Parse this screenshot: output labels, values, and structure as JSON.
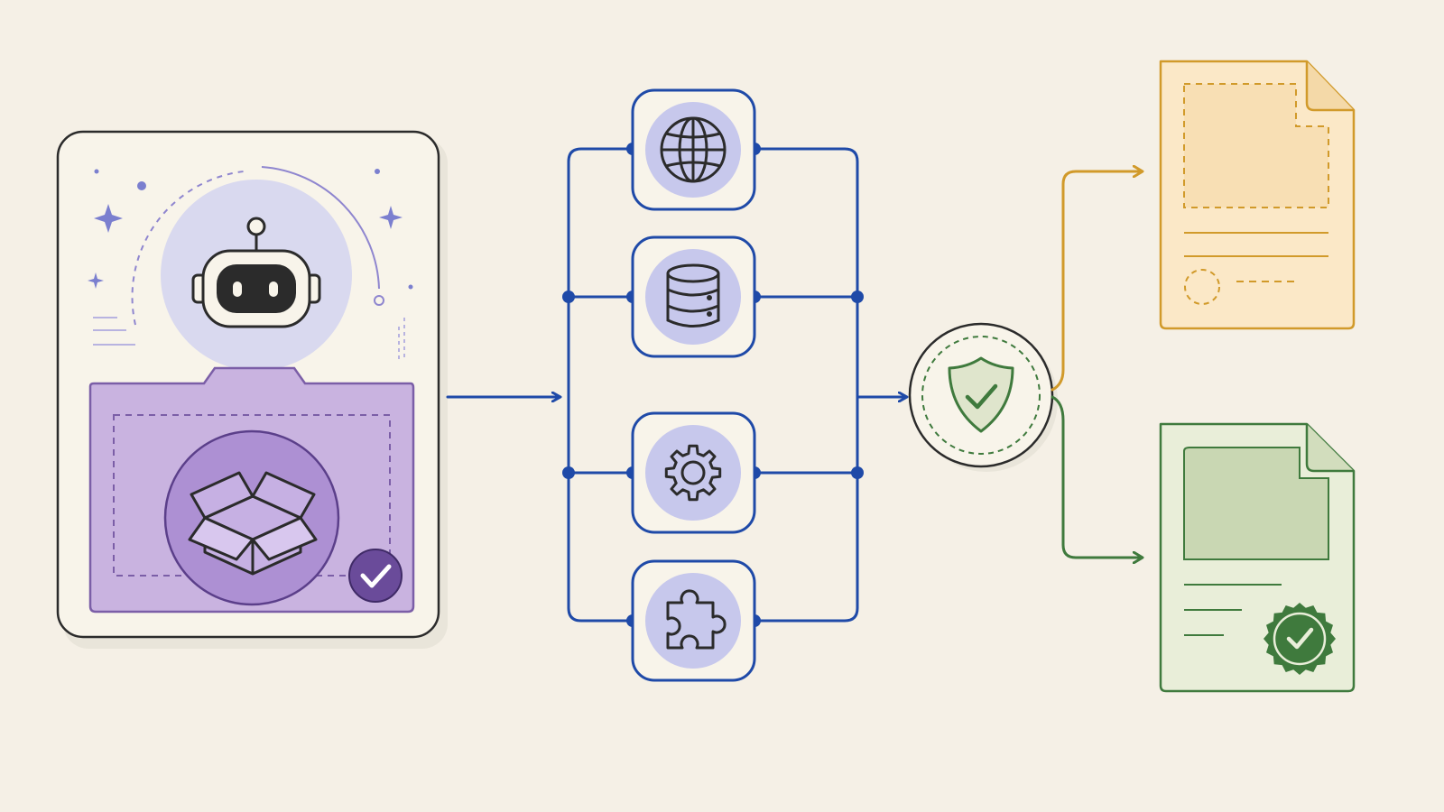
{
  "colors": {
    "background": "#f5f0e6",
    "ink": "#2b2b2b",
    "agent_purple": "#7b5ea7",
    "agent_purple_fill": "#c9b3e0",
    "lavender": "#c7c8ec",
    "pipeline_blue": "#1f4aa8",
    "shield_green": "#3f7a3d",
    "draft_amber": "#d19a2a",
    "draft_fill": "#fbe8c7",
    "approved_green": "#3f7a3d",
    "approved_fill": "#c9d7b3"
  },
  "agent_card": {
    "icons": [
      "robot-icon",
      "open-box-icon",
      "check-badge-icon",
      "sparkle-icon"
    ]
  },
  "tools": [
    {
      "id": "web",
      "icon": "globe-icon"
    },
    {
      "id": "database",
      "icon": "database-icon"
    },
    {
      "id": "settings",
      "icon": "gear-icon"
    },
    {
      "id": "plugin",
      "icon": "puzzle-icon"
    }
  ],
  "checkpoint": {
    "icon": "shield-check-icon"
  },
  "outputs": [
    {
      "id": "draft",
      "icon": "draft-document-icon"
    },
    {
      "id": "approved",
      "icon": "approved-document-icon"
    }
  ]
}
